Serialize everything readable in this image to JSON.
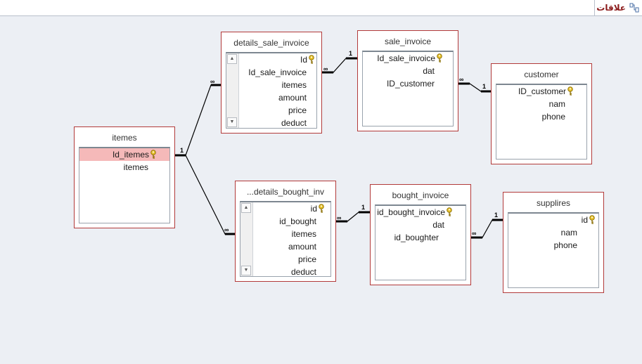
{
  "tab": {
    "label": "علاقات",
    "icon": "relationships-icon"
  },
  "tables": {
    "details_sale_invoice": {
      "title": "details_sale_invoice",
      "fields": [
        "Id",
        "Id_sale_invoice",
        "itemes",
        "amount",
        "price",
        "deduct"
      ]
    },
    "sale_invoice": {
      "title": "sale_invoice",
      "fields": [
        "Id_sale_invoice",
        "dat",
        "ID_customer"
      ]
    },
    "customer": {
      "title": "customer",
      "fields": [
        "ID_customer",
        "nam",
        "phone"
      ]
    },
    "itemes": {
      "title": "itemes",
      "fields": [
        "Id_itemes",
        "itemes"
      ]
    },
    "details_bought_inv": {
      "title": "...details_bought_inv",
      "fields": [
        "id",
        "id_bought",
        "itemes",
        "amount",
        "price",
        "deduct"
      ]
    },
    "bought_invoice": {
      "title": "bought_invoice",
      "fields": [
        "id_bought_invoice",
        "dat",
        "id_boughter"
      ]
    },
    "supplires": {
      "title": "supplires",
      "fields": [
        "id",
        "nam",
        "phone"
      ]
    }
  },
  "relations": {
    "one": "1",
    "many": "∞"
  },
  "colors": {
    "table_border": "#b23a3a",
    "selected_field": "#f5b9b9",
    "tab_label": "#8b1a1a"
  }
}
